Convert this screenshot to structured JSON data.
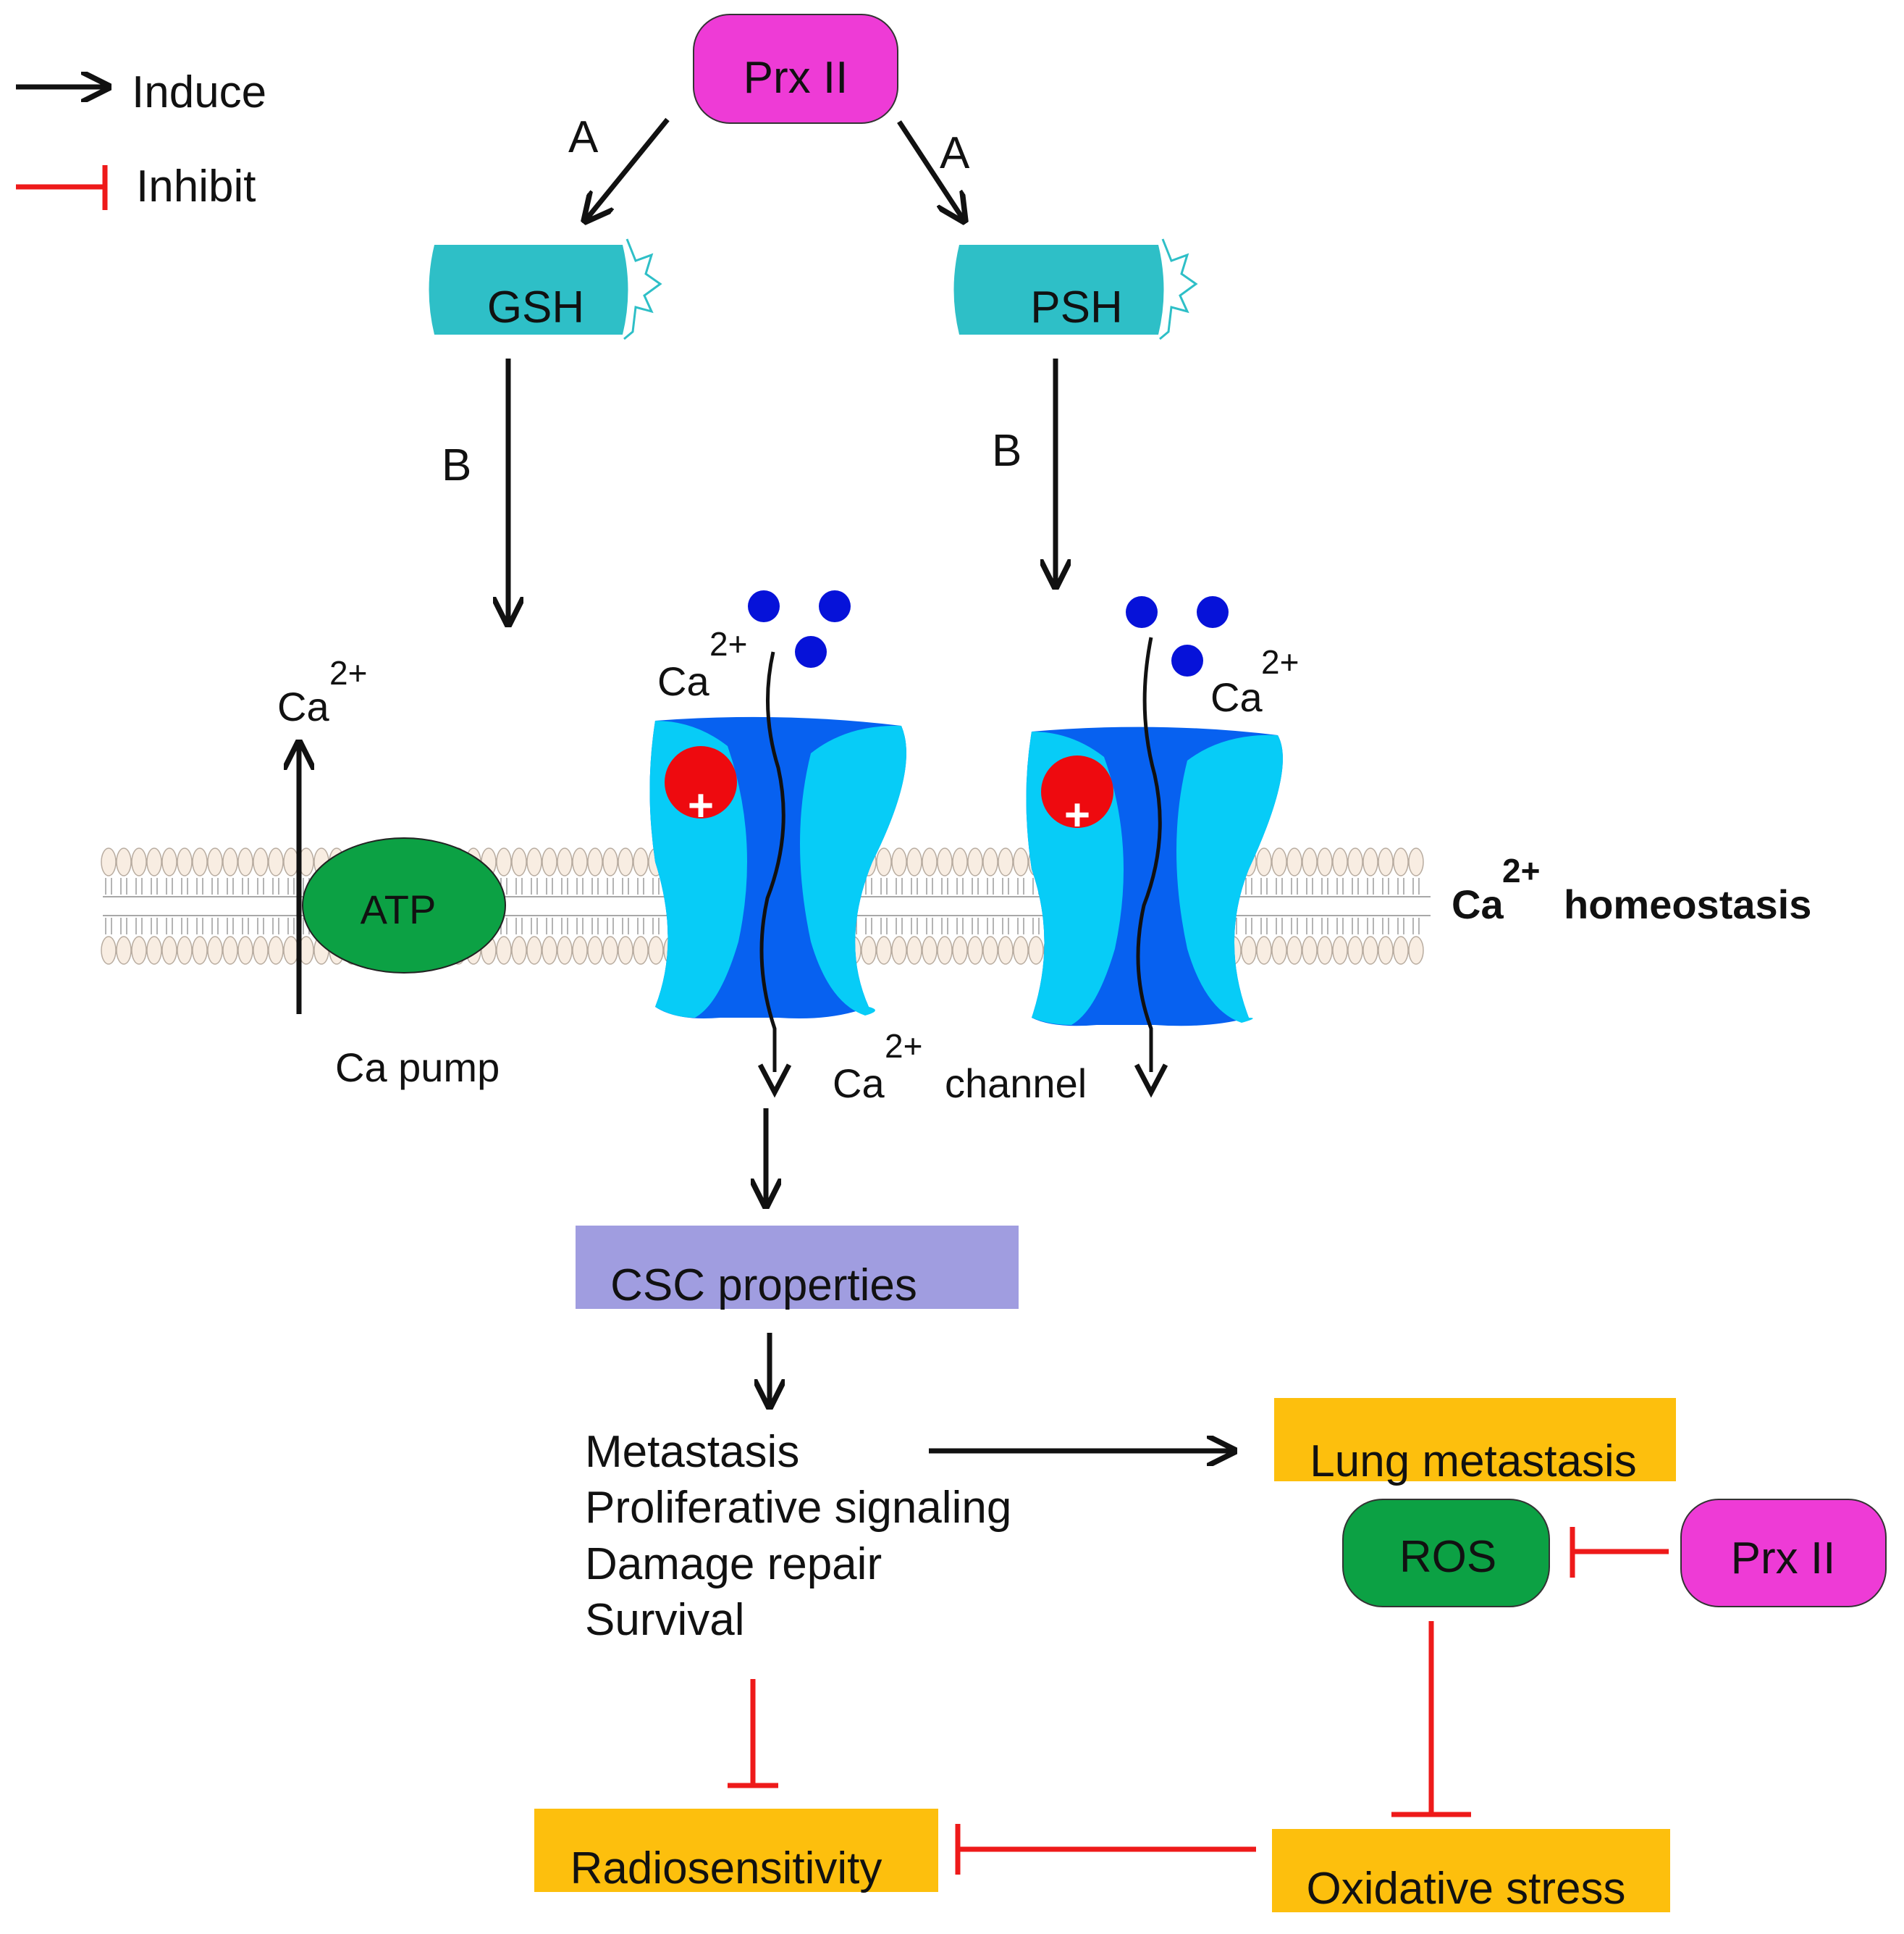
{
  "legend": {
    "induce": "Induce",
    "inhibit": "Inhibit"
  },
  "nodes": {
    "prx_top": "Prx II",
    "gsh": "GSH",
    "psh": "PSH",
    "atp": "ATP",
    "csc": "CSC properties",
    "lung": "Lung metastasis",
    "ros": "ROS",
    "prx_right": "Prx II",
    "radio": "Radiosensitivity",
    "oxidative": "Oxidative stress"
  },
  "edge_labels": {
    "a_left": "A",
    "a_right": "A",
    "b_left": "B",
    "b_right": "B"
  },
  "membrane": {
    "ca": "Ca",
    "sup": "2+",
    "homeostasis": "homeostasis",
    "pump": "Ca pump",
    "channel": "channel",
    "plus": "+"
  },
  "outcomes": [
    "Metastasis",
    "Proliferative signaling",
    "Damage repair",
    "Survival"
  ],
  "colors": {
    "prx": "#ee3bd6",
    "glutathione": "#2ebfc7",
    "atp": "#0ca144",
    "csc": "#a09de0",
    "outcome_box": "#fdbf0d",
    "ros": "#0ca144",
    "channel_light": "#07ccf7",
    "channel_dark": "#0761f0",
    "ion": "#0612d9",
    "charge": "#ee0a0f",
    "induce": "#111111",
    "inhibit": "#ee1a1a",
    "lipid": "#f8ede2"
  }
}
